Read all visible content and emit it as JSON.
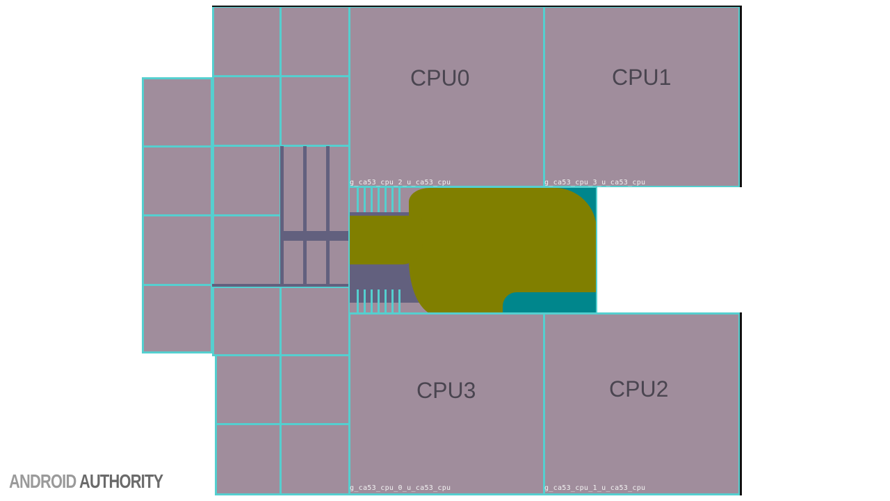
{
  "floorplan": {
    "cpus": [
      {
        "label": "CPU0",
        "instance": "g_ca53_cpu_2_u_ca53_cpu"
      },
      {
        "label": "CPU1",
        "instance": "g_ca53_cpu_3_u_ca53_cpu"
      },
      {
        "label": "CPU3",
        "instance": "g_ca53_cpu_0_u_ca53_cpu"
      },
      {
        "label": "CPU2",
        "instance": "g_ca53_cpu_1_u_ca53_cpu"
      }
    ],
    "colors": {
      "block": "#a08d9c",
      "grid": "#55cfcf",
      "logic": "#807f00",
      "logic_alt": "#00868c",
      "routing": "#62607e"
    }
  },
  "watermark": {
    "part1": "ANDROID",
    "part2": "AUTHORITY"
  }
}
